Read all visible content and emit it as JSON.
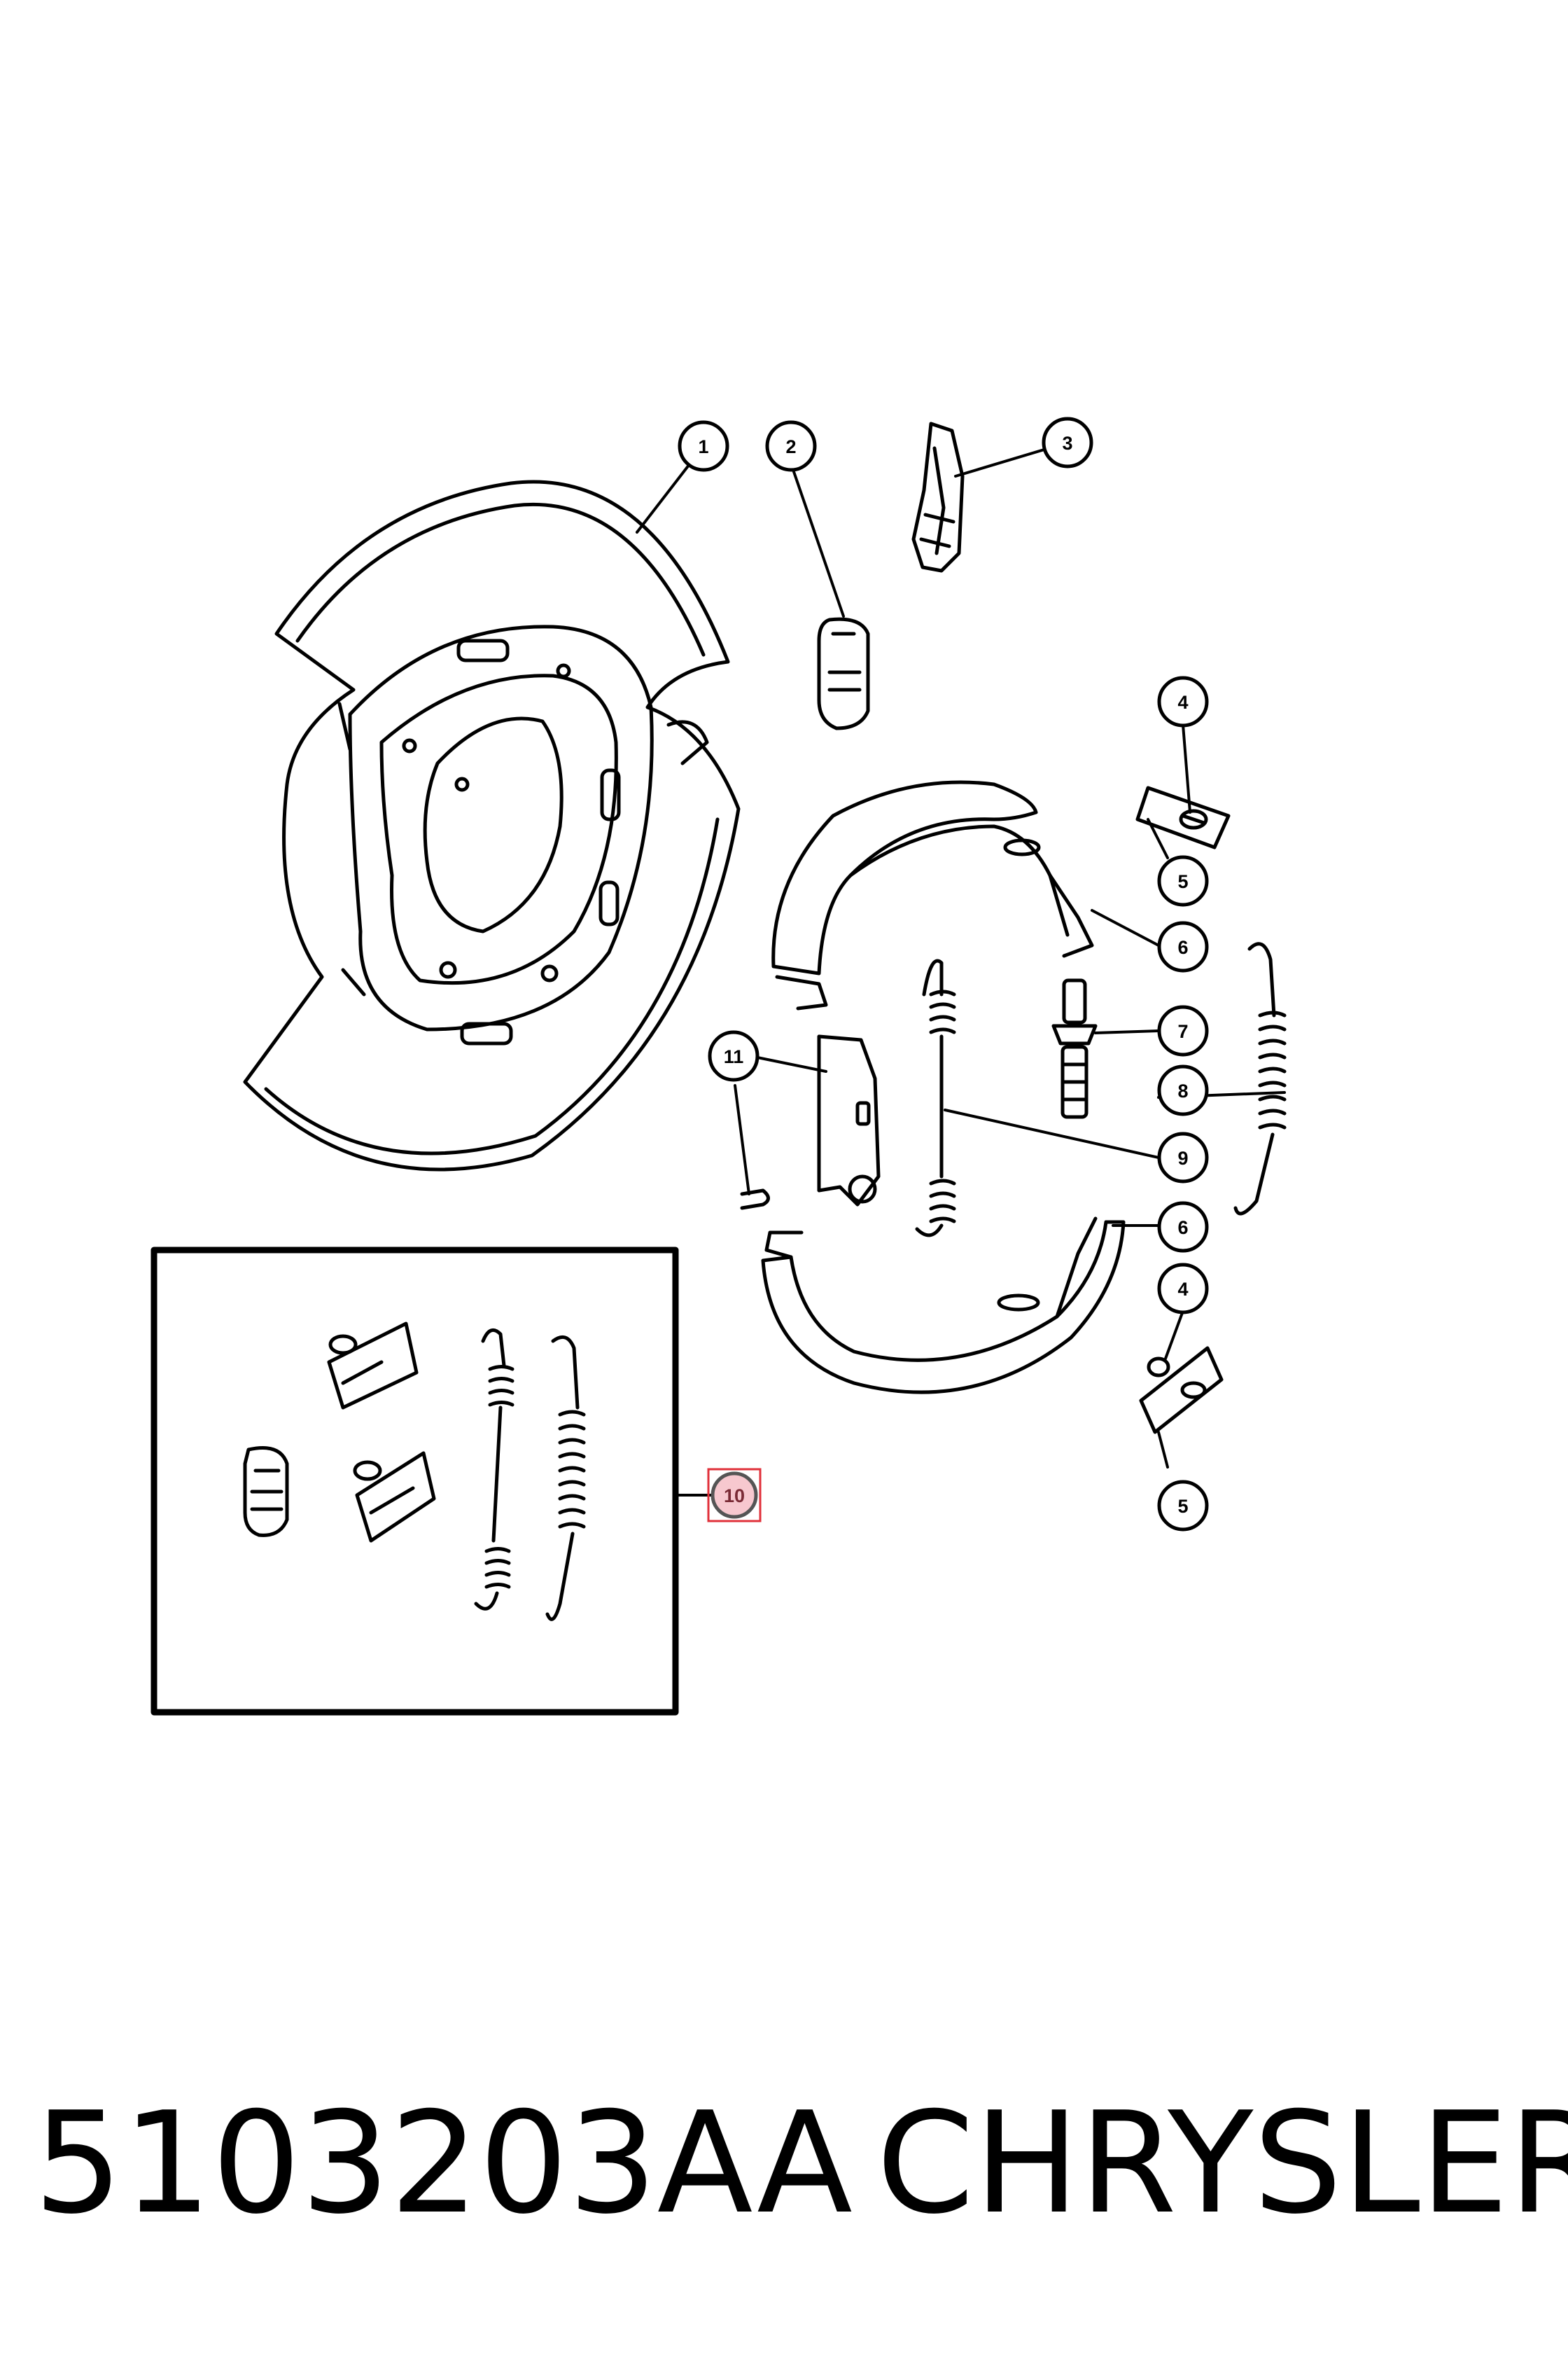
{
  "callouts": [
    "1",
    "2",
    "3",
    "4",
    "5",
    "6",
    "7",
    "8",
    "9",
    "10",
    "11"
  ],
  "caption": {
    "part_number": "5103203AA",
    "brand": "CHRYSLER"
  },
  "highlight": {
    "callout": "10",
    "stroke_color": "#e0303a",
    "fill_color": "#f7c8cf"
  }
}
